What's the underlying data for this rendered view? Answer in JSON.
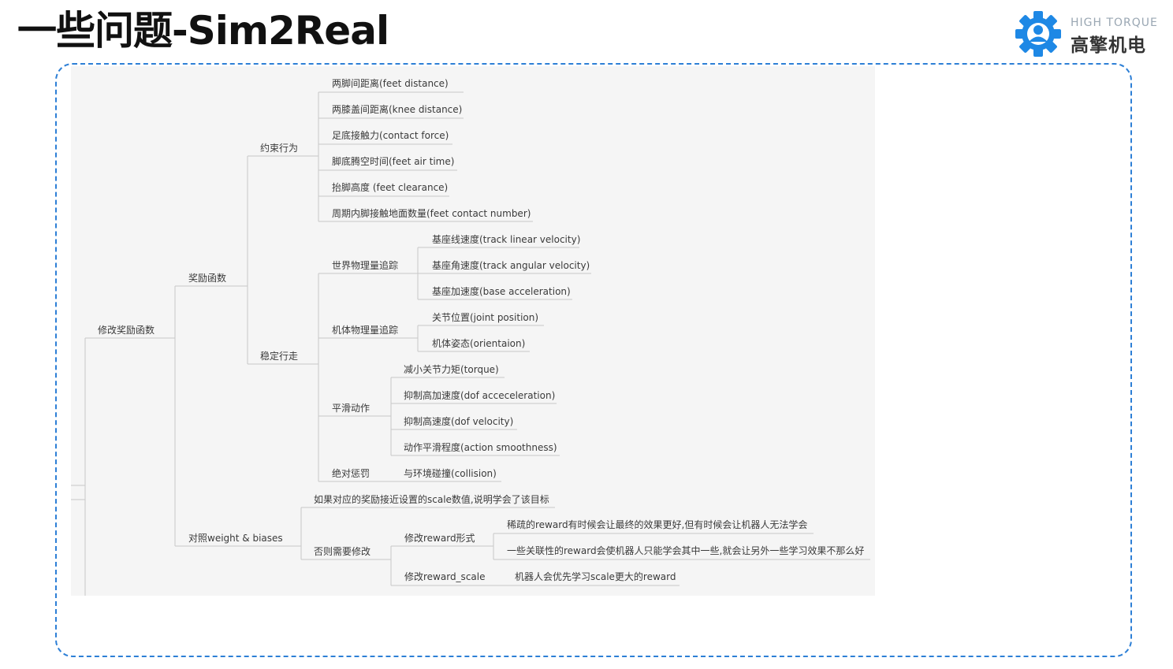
{
  "title": "一些问题-Sim2Real",
  "logo": {
    "en": "HIGH TORQUE",
    "cn": "高擎机电",
    "accent": "#1e88e5"
  },
  "frame_color": "#2d7fd6",
  "mindmap": {
    "root": "修改奖励函数",
    "reward": "奖励函数",
    "constraint": "约束行为",
    "feet_distance": "两脚间距离(feet distance)",
    "knee_distance": "两膝盖间距离(knee distance)",
    "contact_force": "足底接触力(contact force)",
    "feet_air_time": "脚底腾空时间(feet air time)",
    "feet_clearance": "抬脚高度 (feet clearance)",
    "feet_contact_number": "周期内脚接触地面数量(feet contact number)",
    "stable": "稳定行走",
    "world_tracking": "世界物理量追踪",
    "linear_velocity": "基座线速度(track linear velocity)",
    "angular_velocity": "基座角速度(track angular velocity)",
    "base_acceleration": "基座加速度(base acceleration)",
    "body_tracking": "机体物理量追踪",
    "joint_position": "关节位置(joint position)",
    "orientation": "机体姿态(orientaion)",
    "smooth": "平滑动作",
    "torque": "减小关节力矩(torque)",
    "dof_acceleration": "抑制高加速度(dof acceceleration)",
    "dof_velocity": "抑制高速度(dof velocity)",
    "action_smoothness": "动作平滑程度(action smoothness)",
    "penalty": "绝对惩罚",
    "collision": "与环境碰撞(collision)",
    "compare": "对照weight & biases",
    "if_close": "如果对应的奖励接近设置的scale数值,说明学会了该目标",
    "otherwise": "否则需要修改",
    "reward_form": "修改reward形式",
    "sparse": "稀疏的reward有时候会让最终的效果更好,但有时候会让机器人无法学会",
    "correlated": "一些关联性的reward会使机器人只能学会其中一些,就会让另外一些学习效果不那么好",
    "reward_scale": "修改reward_scale",
    "scale_note": "机器人会优先学习scale更大的reward"
  }
}
